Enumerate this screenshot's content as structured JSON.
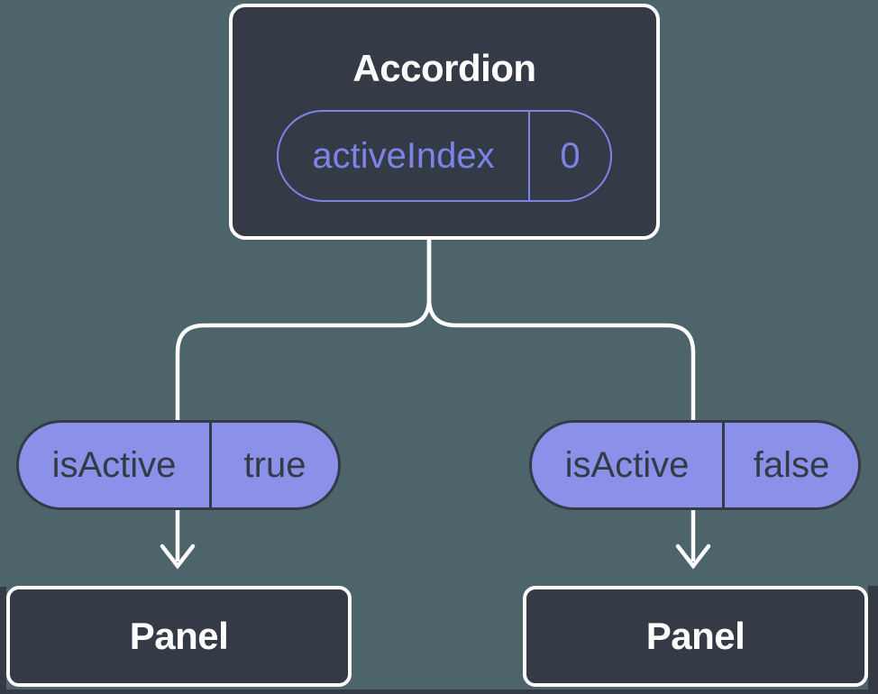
{
  "colors": {
    "background_teal": "#4d646a",
    "surface_dark": "#343b47",
    "accent_purple": "#7d84e6",
    "pill_fill_purple": "#8b90e8",
    "connector_white": "#ffffff"
  },
  "tree": {
    "root": {
      "title": "Accordion",
      "state": {
        "name": "activeIndex",
        "value": "0"
      }
    },
    "children": [
      {
        "prop": {
          "name": "isActive",
          "value": "true"
        },
        "title": "Panel"
      },
      {
        "prop": {
          "name": "isActive",
          "value": "false"
        },
        "title": "Panel"
      }
    ]
  }
}
